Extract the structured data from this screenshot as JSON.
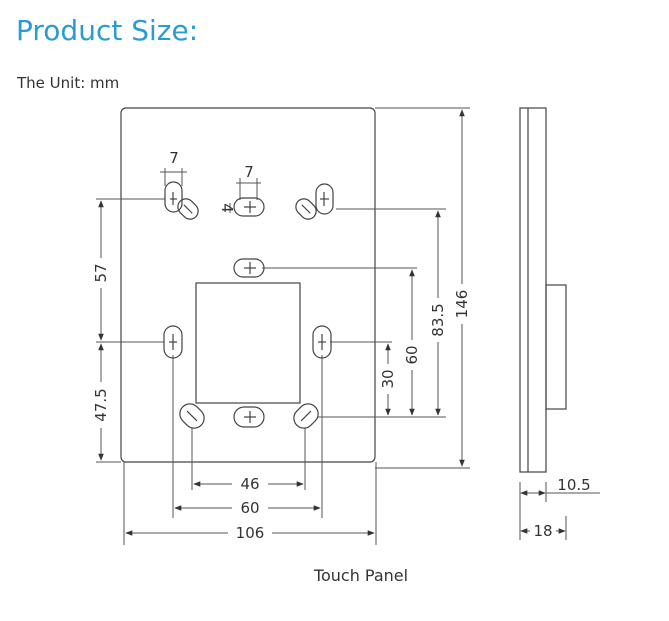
{
  "header": {
    "title": "Product Size:",
    "unit": "The Unit: mm"
  },
  "caption": "Touch Panel",
  "dimensions": {
    "slot_width_left": "7",
    "slot_width_center": "7",
    "slot_offset": "4",
    "upper_vertical": "57",
    "lower_vertical": "47.5",
    "inner_hole_spacing": "46",
    "side_hole_spacing": "60",
    "overall_width": "106",
    "vertical_30": "30",
    "vertical_60": "60",
    "vertical_83_5": "83.5",
    "overall_height": "146",
    "depth_10_5": "10.5",
    "depth_18": "18"
  }
}
